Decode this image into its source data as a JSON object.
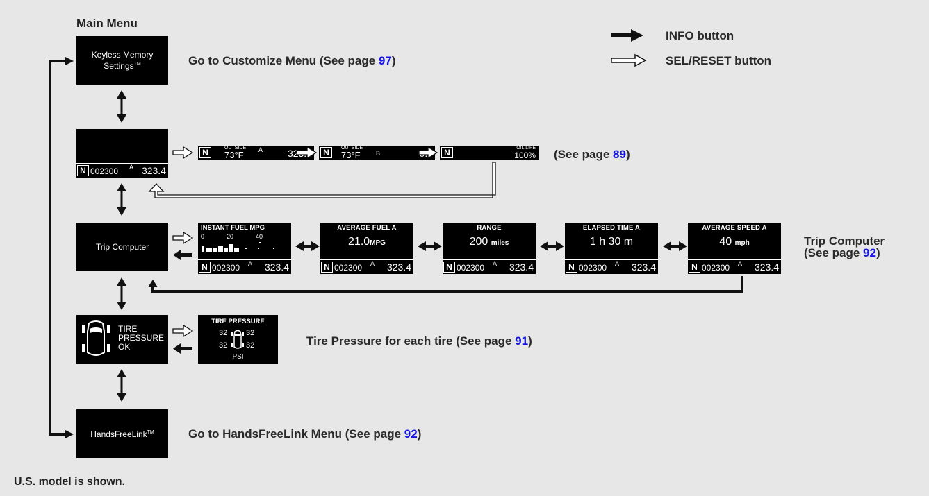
{
  "title": "Main Menu",
  "footer": "U.S. model is shown.",
  "legend": {
    "info": "INFO button",
    "sel": "SEL/RESET button"
  },
  "menu": {
    "keyless": {
      "line1": "Keyless Memory",
      "line2": "Settings",
      "tm": "TM",
      "caption_prefix": "Go to Customize Menu (See page ",
      "caption_page": "97",
      "caption_suffix": ")"
    },
    "odometer": {
      "n": "N",
      "odo": "002300",
      "a": "A",
      "trip": "323.4",
      "caption_prefix": "(See page ",
      "caption_page": "89",
      "caption_suffix": ")",
      "sub": [
        {
          "outside": "OUTSIDE",
          "temp": "73°F",
          "tripname": "A",
          "trip": "323.4"
        },
        {
          "outside": "OUTSIDE",
          "temp": "73°F",
          "tripname": "B",
          "trip": "0.0"
        },
        {
          "oillabel": "OIL LIFE",
          "oil": "100%"
        }
      ]
    },
    "trip": {
      "label": "Trip Computer",
      "caption1": "Trip Computer",
      "caption2_prefix": "(See page ",
      "caption2_page": "92",
      "caption2_suffix": ")",
      "instant": {
        "title": "INSTANT FUEL  MPG",
        "s0": "0",
        "s20": "20",
        "s40": "40"
      },
      "screens": [
        {
          "title": "AVERAGE FUEL A",
          "value": "21.0",
          "unit": "MPG"
        },
        {
          "title": "RANGE",
          "value": "200",
          "unit": "miles"
        },
        {
          "title": "ELAPSED TIME A",
          "value": "1 h 30 m",
          "unit": ""
        },
        {
          "title": "AVERAGE SPEED A",
          "value": "40",
          "unit": "mph"
        }
      ]
    },
    "tire": {
      "line1": "TIRE",
      "line2": "PRESSURE",
      "line3": "OK",
      "panel_title": "TIRE PRESSURE",
      "fl": "32",
      "fr": "32",
      "rl": "32",
      "rr": "32",
      "unit": "PSI",
      "caption_prefix": "Tire Pressure for each tire (See page ",
      "caption_page": "91",
      "caption_suffix": ")"
    },
    "hfl": {
      "label": "HandsFreeLink",
      "tm": "TM",
      "caption_prefix": "Go to HandsFreeLink Menu (See page ",
      "caption_page": "92",
      "caption_suffix": ")"
    }
  },
  "colors": {
    "page_link": "#1515e0",
    "background": "#e7e7e7",
    "display": "#000000"
  }
}
